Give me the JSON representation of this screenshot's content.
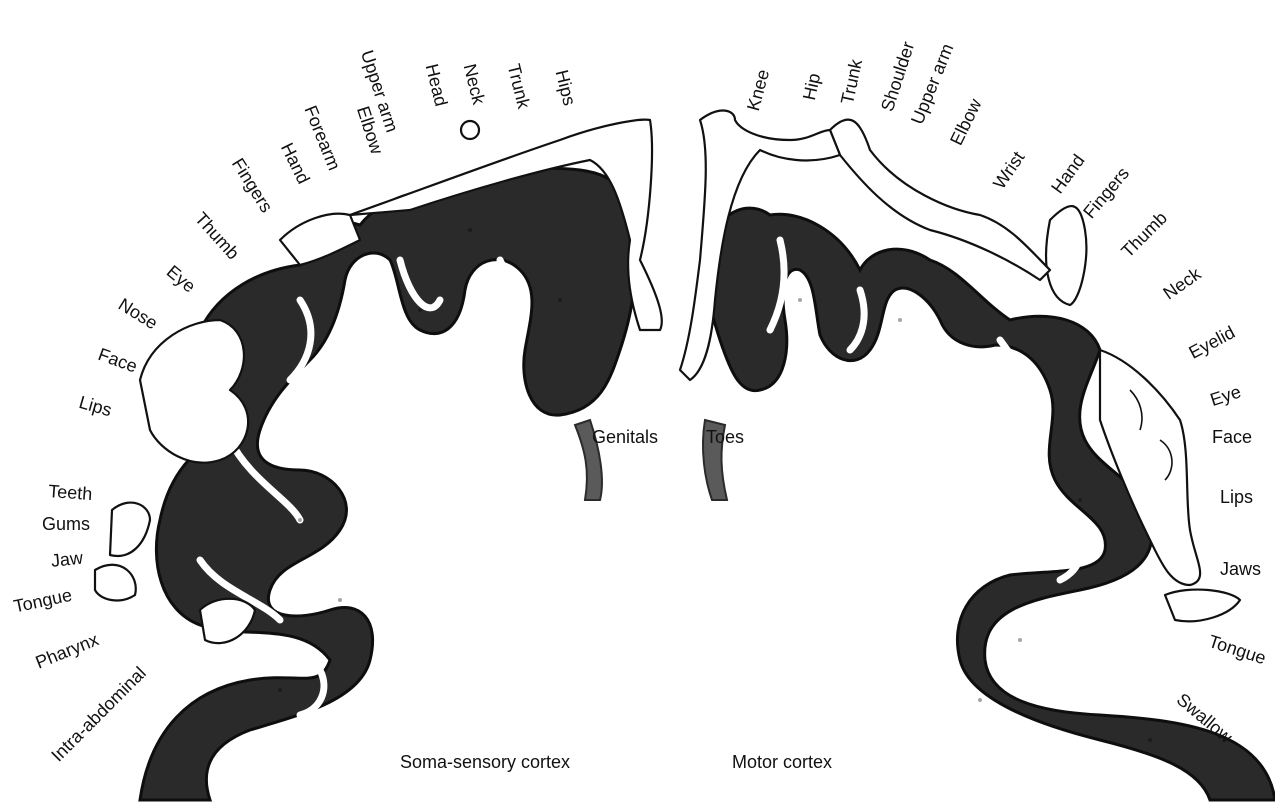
{
  "sensory_labels": {
    "hips": "Hips",
    "trunk": "Trunk",
    "neck": "Neck",
    "head": "Head",
    "upper_arm": "Upper arm",
    "elbow": "Elbow",
    "forearm": "Forearm",
    "hand": "Hand",
    "fingers": "Fingers",
    "thumb": "Thumb",
    "eye": "Eye",
    "nose": "Nose",
    "face": "Face",
    "lips": "Lips",
    "genitals": "Genitals",
    "teeth": "Teeth",
    "gums": "Gums",
    "jaw": "Jaw",
    "tongue": "Tongue",
    "pharynx": "Pharynx",
    "intra_abdominal": "Intra-abdominal"
  },
  "motor_labels": {
    "knee": "Knee",
    "hip": "Hip",
    "trunk": "Trunk",
    "shoulder": "Shoulder",
    "upper_arm": "Upper arm",
    "elbow": "Elbow",
    "wrist": "Wrist",
    "hand": "Hand",
    "fingers": "Fingers",
    "thumb": "Thumb",
    "neck": "Neck",
    "eyelid": "Eyelid",
    "eye": "Eye",
    "face": "Face",
    "lips": "Lips",
    "jaws": "Jaws",
    "tongue": "Tongue",
    "swallow": "Swallow",
    "toes": "Toes"
  },
  "captions": {
    "sensory": "Soma-sensory cortex",
    "motor": "Motor cortex"
  }
}
